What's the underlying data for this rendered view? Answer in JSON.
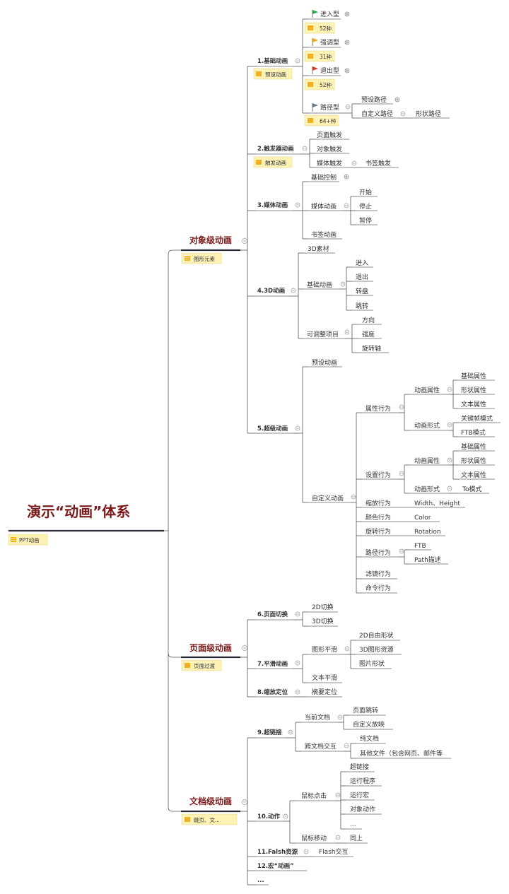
{
  "root": {
    "title": "演示“动画”体系",
    "note": "PPT动画"
  },
  "sections": [
    {
      "title": "对象级动画",
      "note": "图形元素"
    },
    {
      "title": "页面级动画",
      "note": "页面过渡"
    },
    {
      "title": "文档级动画",
      "note": "跳页、文..."
    }
  ],
  "l1": {
    "basic": {
      "title": "1.基础动画",
      "note": "预设动画"
    },
    "trigger": {
      "title": "2.触发器动画",
      "note": "触发动画"
    },
    "media": {
      "title": "3.媒体动画"
    },
    "d3": {
      "title": "4.3D动画"
    },
    "super": {
      "title": "5.超级动画"
    },
    "page": {
      "title": "6.页面切换"
    },
    "smooth": {
      "title": "7.平滑动画"
    },
    "zoom": {
      "title": "8.缩放定位"
    },
    "link": {
      "title": "9.超链接"
    },
    "action": {
      "title": "10.动作"
    },
    "flash": {
      "title": "11.Falsh资源"
    },
    "macro": {
      "title": "12.宏“动画”"
    },
    "more": {
      "title": "..."
    }
  },
  "basic": {
    "enter": {
      "label": "进入型",
      "note": "52种",
      "flag": "#2aa84a"
    },
    "emph": {
      "label": "强调型",
      "note": "31种",
      "flag": "#e6a21a"
    },
    "exit": {
      "label": "退出型",
      "note": "52种",
      "flag": "#d23b32"
    },
    "path": {
      "label": "路径型",
      "note": "64+种",
      "flag": "#6a7a8c"
    },
    "preset_path": "预设路径",
    "custom_path": "自定义路径",
    "shape_path": "形状路径"
  },
  "trigger": {
    "page": "页面触发",
    "object": "对象触发",
    "media": "媒体触发",
    "bookmark": "书签触发"
  },
  "media": {
    "basic": "基础控制",
    "anim": "媒体动画",
    "start": "开始",
    "stop": "停止",
    "pause": "暂停",
    "bookmark": "书签动画"
  },
  "d3": {
    "material": "3D素材",
    "basic": "基础动画",
    "enter": "进入",
    "exit": "退出",
    "turntable": "转盘",
    "jump": "跳转",
    "adjust": "可调整项目",
    "direction": "方向",
    "intensity": "强度",
    "axis": "旋转轴"
  },
  "super": {
    "preset": "预设动画",
    "custom": "自定义动画",
    "prop_behavior": "属性行为",
    "anim_prop": "动画属性",
    "basic_prop": "基础属性",
    "shape_prop": "形状属性",
    "text_prop": "文本属性",
    "anim_form": "动画形式",
    "keyframe": "关键帧模式",
    "ftb_mode": "FTB模式",
    "set_behavior": "设置行为",
    "to_mode": "To模式",
    "scale_behavior": "缩放行为",
    "scale_val": "Width、Height",
    "color_behavior": "颜色行为",
    "color_val": "Color",
    "rotate_behavior": "旋转行为",
    "rotate_val": "Rotation",
    "path_behavior": "路径行为",
    "ftb": "FTB",
    "path_desc": "Path描述",
    "filter_behavior": "滤镜行为",
    "cmd_behavior": "命令行为"
  },
  "page": {
    "d2": "2D切换",
    "d3": "3D切换"
  },
  "smooth": {
    "shape": "图形平滑",
    "free": "2D自由形状",
    "res3d": "3D图形资源",
    "img": "图片形状",
    "text": "文本平滑"
  },
  "zoom": {
    "summary": "摘要定位"
  },
  "link": {
    "current": "当前文档",
    "page_jump": "页面跳转",
    "custom_show": "自定义放映",
    "cross": "跨文档交互",
    "plain": "纯文档",
    "other": "其他文件（包含网页、邮件等"
  },
  "action": {
    "click": "鼠标点击",
    "hyperlink": "超链接",
    "run_prog": "运行程序",
    "run_macro": "运行宏",
    "obj_action": "对象动作",
    "dots": "...",
    "move": "鼠标移动",
    "same": "同上"
  },
  "flash": {
    "interact": "Flash交互"
  }
}
